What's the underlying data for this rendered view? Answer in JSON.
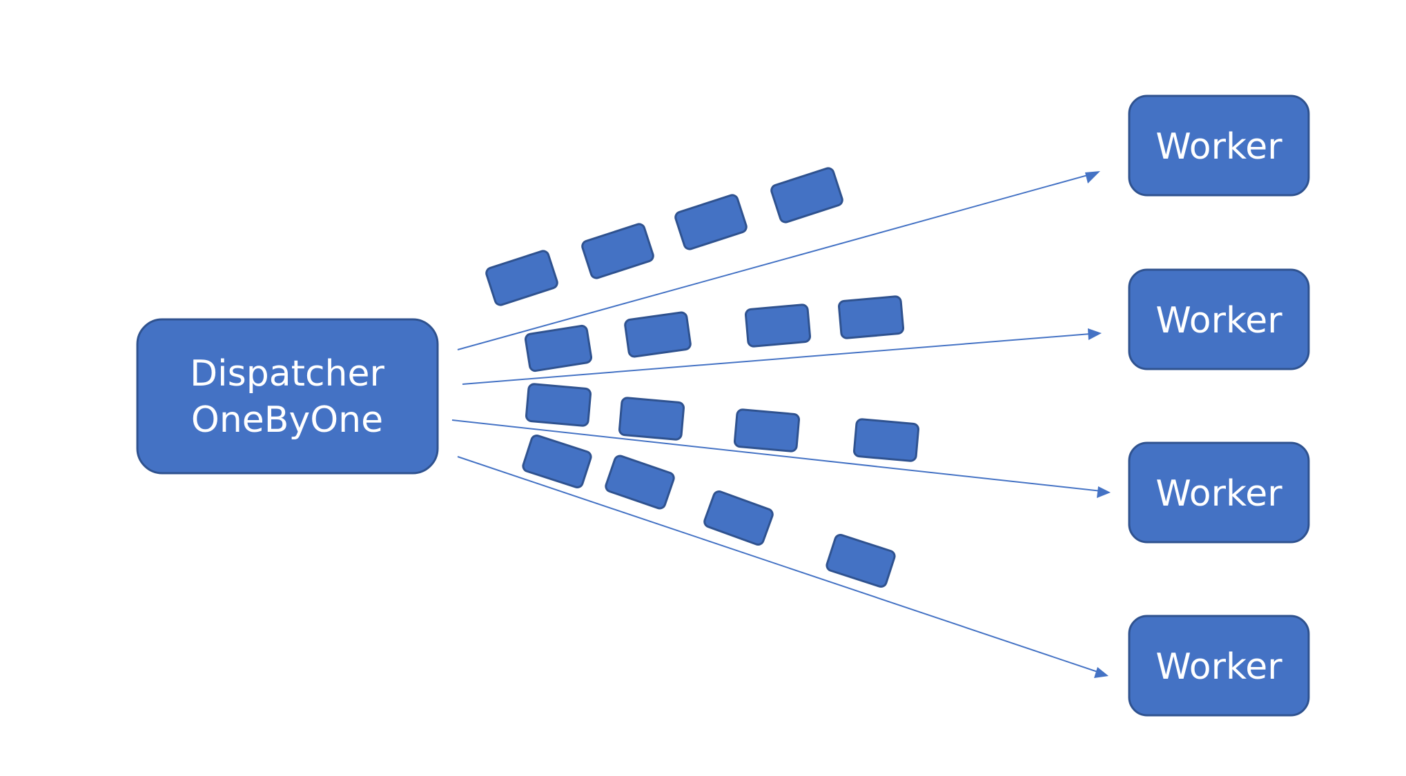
{
  "dispatcher": {
    "line1": "Dispatcher",
    "line2": "OneByOne"
  },
  "workers": [
    {
      "label": "Worker"
    },
    {
      "label": "Worker"
    },
    {
      "label": "Worker"
    },
    {
      "label": "Worker"
    }
  ],
  "colors": {
    "node_fill": "#4472c4",
    "node_border": "#2f528f",
    "arrow": "#4472c4",
    "label_text": "#ffffff",
    "background": "#ffffff"
  }
}
